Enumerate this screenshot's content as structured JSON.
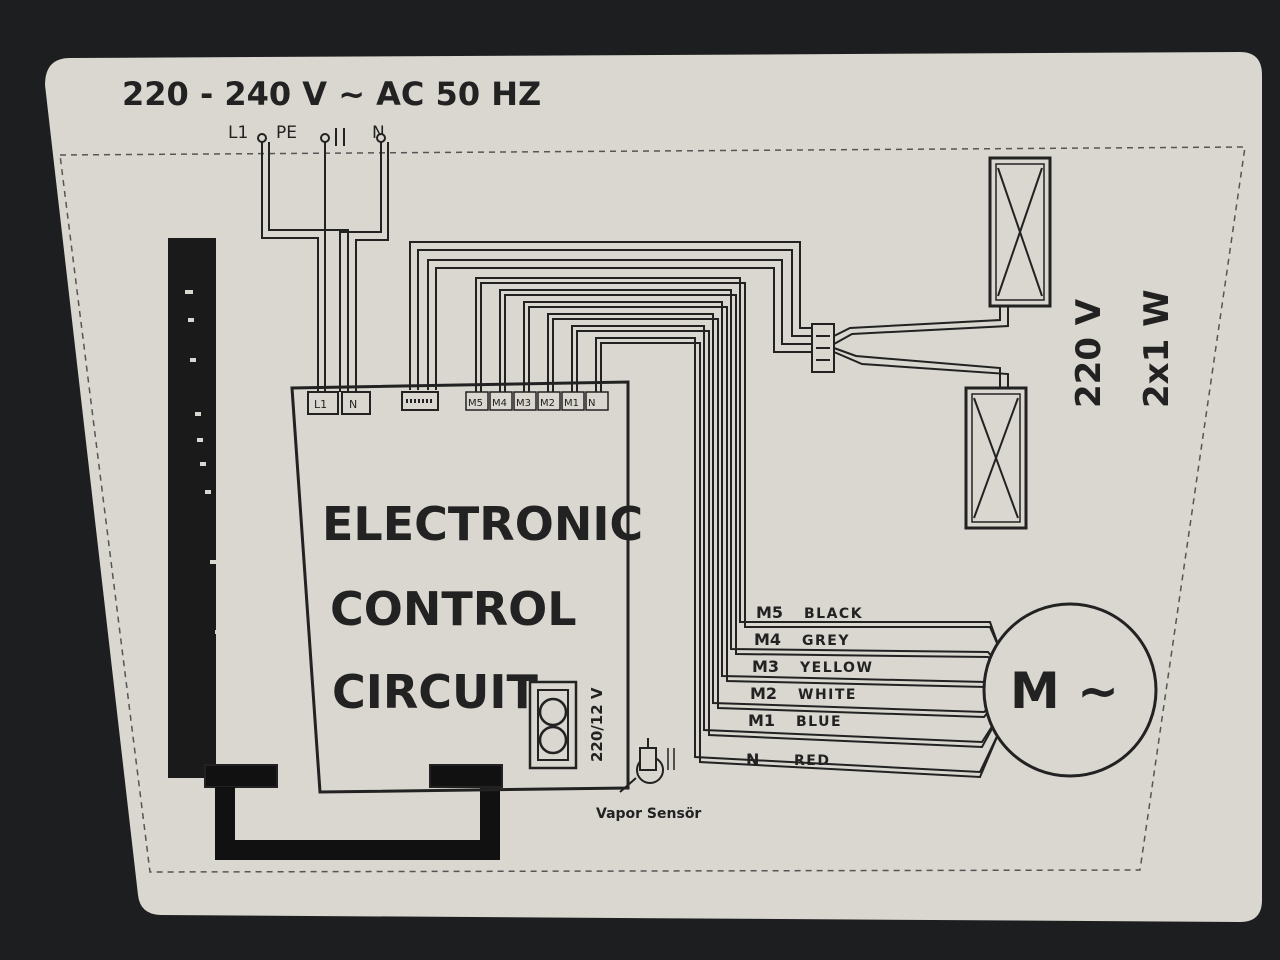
{
  "supply": {
    "voltage_label": "220 - 240 V ~ AC 50 HZ",
    "terminals": [
      "L1",
      "PE",
      "N"
    ]
  },
  "board": {
    "title_lines": [
      "ELECTRONIC",
      "CONTROL",
      "CIRCUIT"
    ],
    "input_terminals": [
      "L1",
      "N"
    ],
    "motor_terminals": [
      "M5",
      "M4",
      "M3",
      "M2",
      "M1",
      "N"
    ],
    "transformer_label": "220/12 V"
  },
  "heaters": {
    "voltage": "220 V",
    "power": "2x1 W"
  },
  "motor": {
    "symbol": "M ~",
    "wires": [
      {
        "terminal": "M5",
        "color": "BLACK"
      },
      {
        "terminal": "M4",
        "color": "GREY"
      },
      {
        "terminal": "M3",
        "color": "YELLOW"
      },
      {
        "terminal": "M2",
        "color": "WHITE"
      },
      {
        "terminal": "M1",
        "color": "BLUE"
      },
      {
        "terminal": "N",
        "color": "RED"
      }
    ]
  },
  "sensor": {
    "label": "Vapor Sensör"
  },
  "colors": {
    "label_background": "#d9d7cf",
    "ink": "#222222",
    "housing": "#1d1e20"
  }
}
